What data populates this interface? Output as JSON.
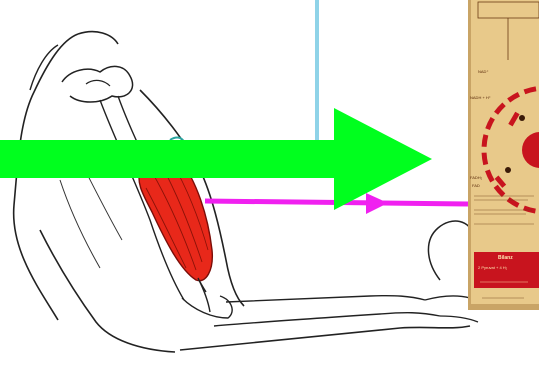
{
  "colors": {
    "background": "#ffffff",
    "divider": "#8fd3e8",
    "arrow": "#00ff1e",
    "magenta_line": "#f020f0",
    "muscle": "#e8281a",
    "poster_bg": "#e8c98a",
    "poster_frame": "#c9a466",
    "cycle_red": "#c8141e"
  },
  "icons": {
    "green_arrow": "right-arrow-icon",
    "magenta_arrow": "right-arrowhead-icon"
  },
  "poster": {
    "labels": [
      "NAD⁺",
      "NADH + H⁺",
      "FADH₂",
      "FAD"
    ],
    "banner_title": "Bilanz",
    "banner_line": "2 Pyruvat + 4 H₂"
  }
}
